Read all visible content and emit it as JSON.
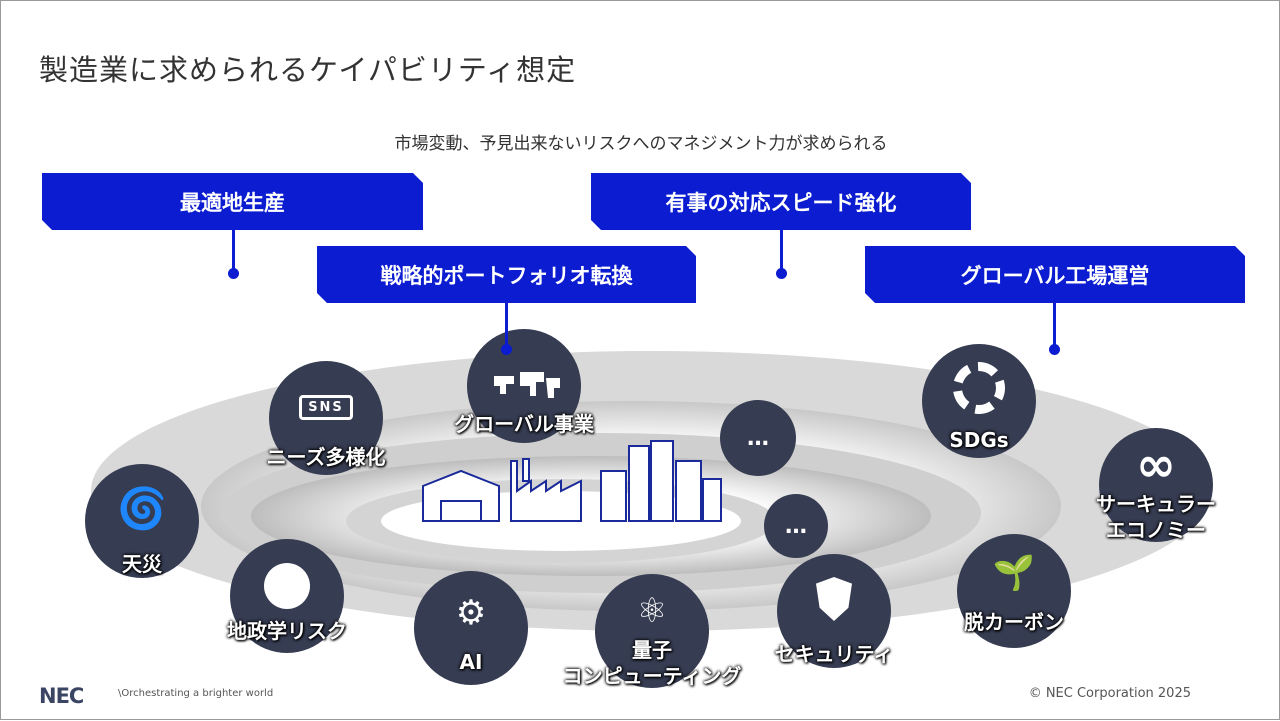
{
  "title": "製造業に求められるケイパビリティ想定",
  "subtitle": "市場変動、予見出来ないリスクへのマネジメント力が求められる",
  "tags": [
    "最適地生産",
    "有事の対応スピード強化",
    "戦略的ポートフォリオ転換",
    "グローバル工場運営"
  ],
  "circles": {
    "global": "グローバル事業",
    "needs": "ニーズ多様化",
    "sns": "SNS",
    "disaster": "天災",
    "geo": "地政学リスク",
    "ai": "AI",
    "quantum1": "量子",
    "quantum2": "コンピューティング",
    "security": "セキュリティ",
    "carbon": "脱カーボン",
    "circular1": "サーキュラー",
    "circular2": "エコノミー",
    "sdgs": "SDGs",
    "more": "…"
  },
  "footer": {
    "logo": "NEC",
    "tagline": "\\Orchestrating a brighter world",
    "copyright": "© NEC Corporation 2025"
  }
}
